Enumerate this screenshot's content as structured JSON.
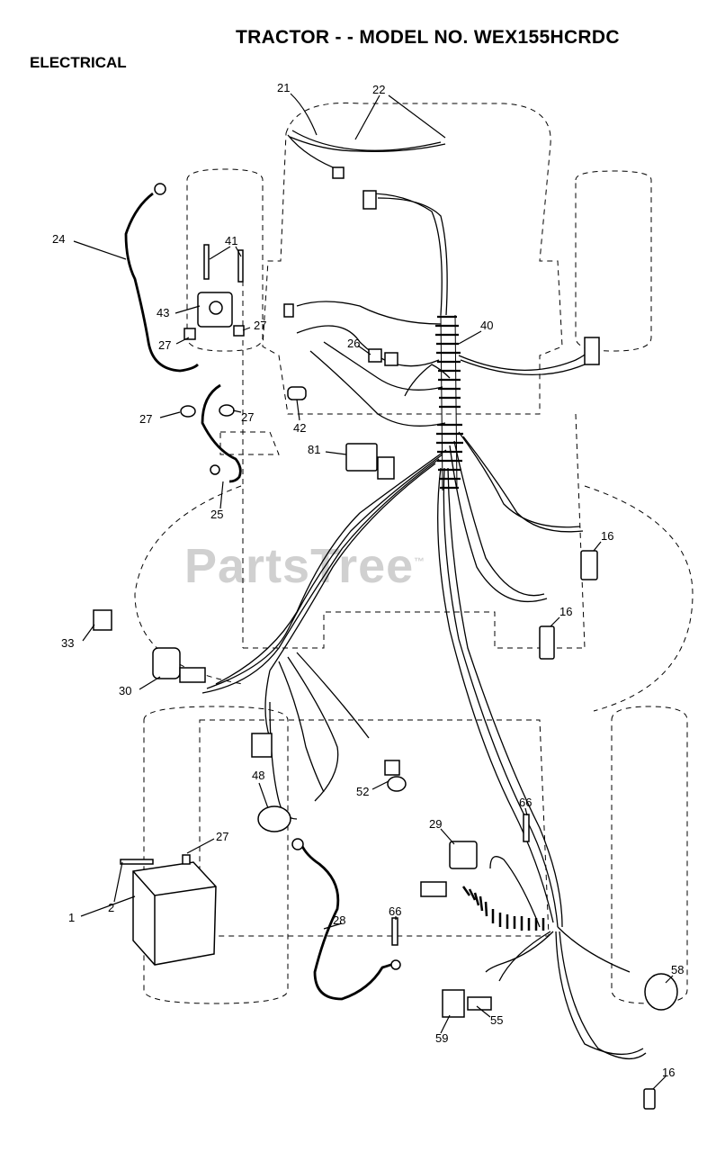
{
  "header": {
    "title": "TRACTOR - - MODEL NO. WEX155HCRDC",
    "section": "ELECTRICAL"
  },
  "watermark": {
    "text": "PartsTree",
    "trademark": "™"
  },
  "callouts": {
    "c1": "1",
    "c2": "2",
    "c16a": "16",
    "c16b": "16",
    "c16c": "16",
    "c21": "21",
    "c22": "22",
    "c24": "24",
    "c25": "25",
    "c26": "26",
    "c27a": "27",
    "c27b": "27",
    "c27c": "27",
    "c27d": "27",
    "c27e": "27",
    "c28": "28",
    "c29": "29",
    "c30": "30",
    "c33": "33",
    "c40": "40",
    "c41": "41",
    "c42": "42",
    "c43": "43",
    "c48": "48",
    "c52": "52",
    "c55": "55",
    "c58": "58",
    "c59": "59",
    "c66a": "66",
    "c66b": "66",
    "c81": "81"
  },
  "colors": {
    "line": "#000000",
    "watermark": "#d0d0d0",
    "background": "#ffffff"
  }
}
